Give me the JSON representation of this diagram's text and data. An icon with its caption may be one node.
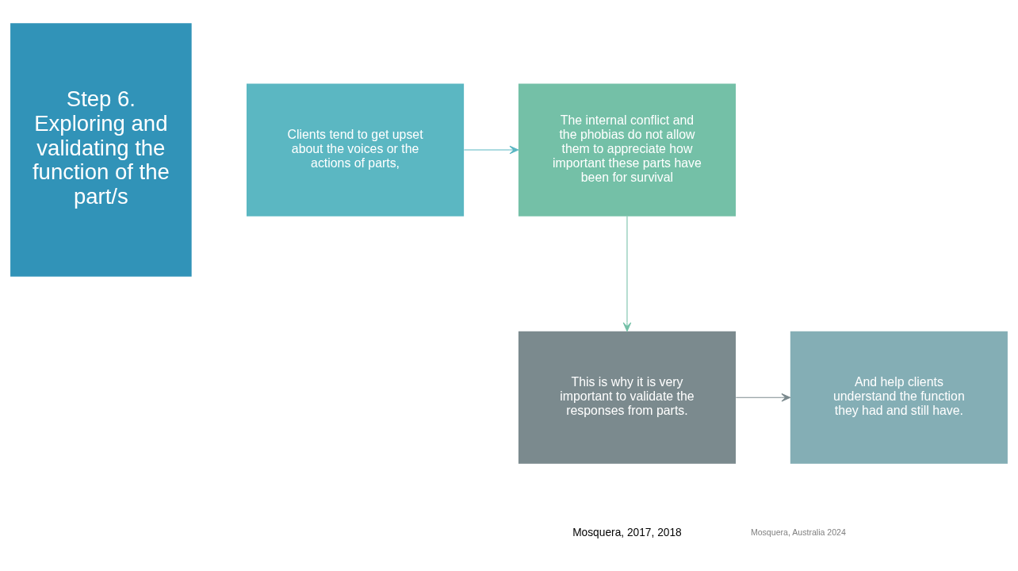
{
  "diagram": {
    "nodes": [
      {
        "text": [
          "Step 6. Exploring and validating the function of the part/s"
        ]
      },
      {
        "text": [
          "Clients tend to get upset about the voices or the actions of parts,"
        ]
      },
      {
        "text": [
          "The internal conflict and the phobias do not allow them to appreciate how important these parts have been for survival"
        ]
      },
      {
        "text": [
          "This is why it is very important to validate the responses from parts."
        ]
      },
      {
        "text": [
          "And help clients understand the function they had and still have."
        ]
      }
    ],
    "edges": [
      {
        "from": 1,
        "to": 2,
        "arrow": "to",
        "color": "#5bb7c2"
      },
      {
        "from": 2,
        "to": 3,
        "arrow": "to",
        "color": "#74c0a7"
      },
      {
        "from": 3,
        "to": 4,
        "arrow": "to",
        "color": "#7b8a8e"
      }
    ],
    "labels": [
      "Mosquera, 2017, 2018",
      "Mosquera, Australia 2024"
    ]
  }
}
